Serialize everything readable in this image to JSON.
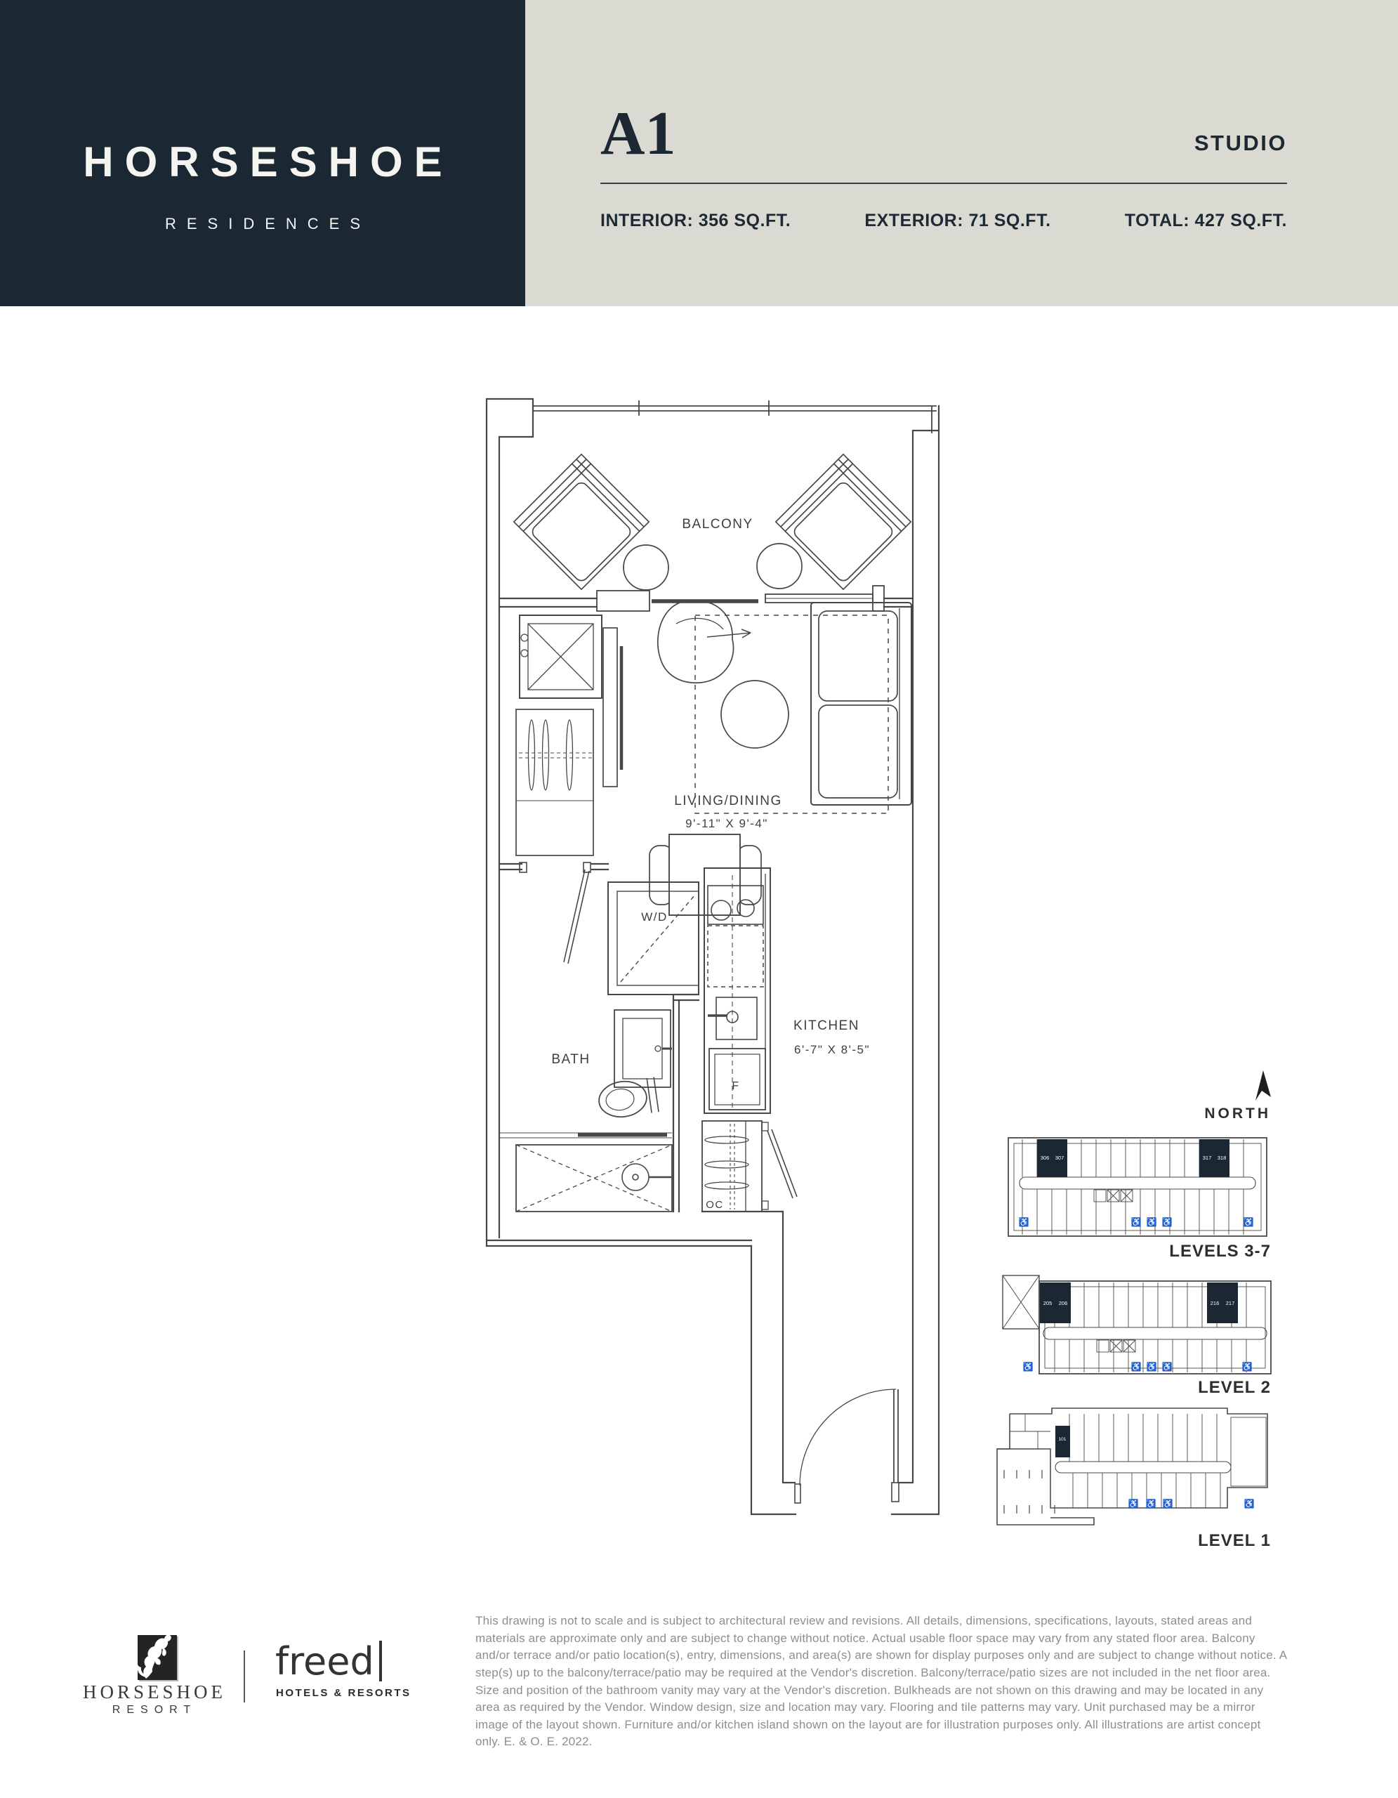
{
  "header": {
    "brand_line1": "HORSESHOE",
    "brand_line2": "RESIDENCES",
    "unit_code": "A1",
    "unit_type": "STUDIO",
    "stats": {
      "interior": "INTERIOR: 356 SQ.FT.",
      "exterior": "EXTERIOR: 71 SQ.FT.",
      "total": "TOTAL: 427 SQ.FT."
    }
  },
  "colors": {
    "navy": "#1b2732",
    "cream": "#dbdad2",
    "plan_line": "#474747",
    "disclaimer_gray": "#8e8e8e"
  },
  "floorplan": {
    "balcony": "BALCONY",
    "living_dining": "LIVING/DINING",
    "living_dining_dims": "9'-11\" X 9'-4\"",
    "kitchen": "KITCHEN",
    "kitchen_dims": "6'-7\" X 8'-5\"",
    "bath": "BATH",
    "washer_dryer": "W/D",
    "fridge": "F",
    "owners_closet": "OC"
  },
  "keyplans": {
    "north": "NORTH",
    "levels": [
      {
        "label": "LEVELS 3-7",
        "units": [
          "306",
          "307",
          "317",
          "318"
        ]
      },
      {
        "label": "LEVEL 2",
        "units": [
          "205",
          "206",
          "216",
          "217"
        ]
      },
      {
        "label": "LEVEL 1",
        "units": [
          "101"
        ]
      }
    ]
  },
  "footer": {
    "resort_name": "HORSESHOE",
    "resort_sub": "RESORT",
    "brand": "freed",
    "brand_sub": "HOTELS & RESORTS",
    "disclaimer": "This drawing is not to scale and is subject to architectural review and revisions. All details, dimensions, specifications, layouts, stated areas and materials are approximate only and are subject to change without notice. Actual usable floor space may vary from any stated floor area. Balcony and/or terrace and/or patio location(s), entry, dimensions, and area(s) are shown for display purposes only and are subject to change without notice. A step(s) up to the balcony/terrace/patio may be required at the Vendor's discretion. Balcony/terrace/patio sizes are not included in the net floor area. Size and position of the bathroom vanity may vary at the Vendor's discretion. Bulkheads are not shown on this drawing and may be located in any area as required by the Vendor. Window design, size and location may vary. Flooring and tile patterns may vary. Unit purchased may be a mirror image of the layout shown. Furniture and/or kitchen island shown on the layout are for illustration purposes only. All illustrations are artist concept only. E. & O. E. 2022."
  }
}
